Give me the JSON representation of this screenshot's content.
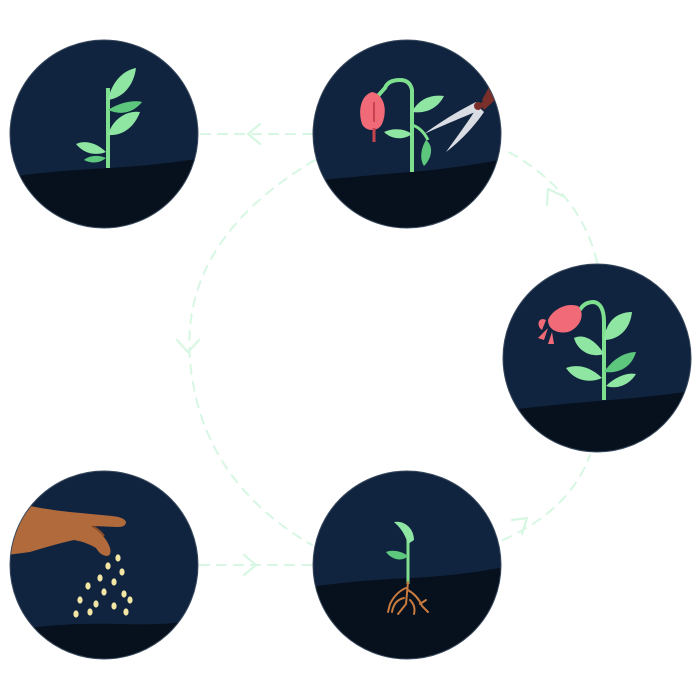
{
  "colors": {
    "background": "#ffffff",
    "circle_sky": "#11243f",
    "circle_soil": "#06111d",
    "connector": "#d7f7e3",
    "leaf": "#8ee6a2",
    "leaf_dark": "#5cc77d",
    "stem": "#7ee08e",
    "flower": "#f06a78",
    "flower_dark": "#c9424f",
    "hand": "#b06a3b",
    "hand_dark": "#8a4d27",
    "seed": "#f3e7a6",
    "root": "#c97a3e",
    "shears_blade": "#d9dde3",
    "shears_handle": "#7a2f2a"
  },
  "stages": [
    {
      "id": "sowing",
      "icon": "hand-sowing-seeds-icon"
    },
    {
      "id": "rooting",
      "icon": "sprout-with-roots-icon"
    },
    {
      "id": "flowering",
      "icon": "flowering-plant-icon"
    },
    {
      "id": "pruning",
      "icon": "pruning-shears-icon"
    },
    {
      "id": "seedling",
      "icon": "young-plant-icon"
    }
  ],
  "cycle_order": [
    "sowing",
    "rooting",
    "flowering",
    "pruning",
    "seedling",
    "sowing"
  ]
}
